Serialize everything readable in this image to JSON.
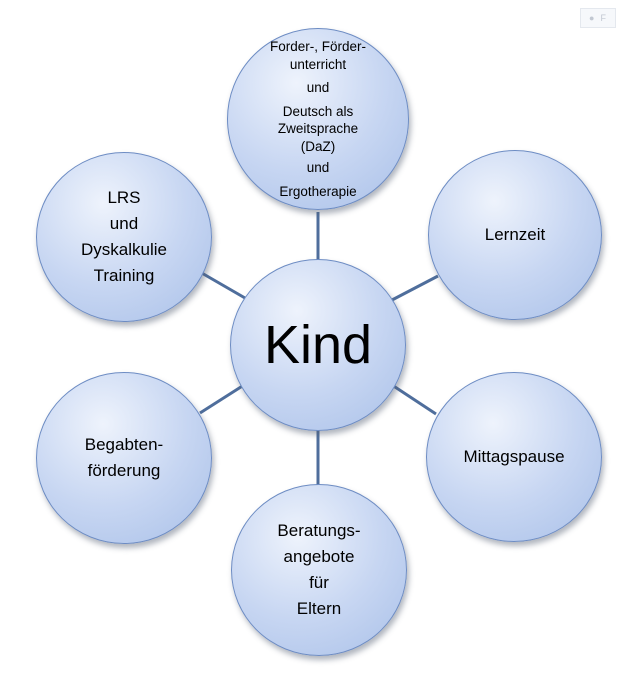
{
  "diagram": {
    "center": "Kind",
    "nodes": {
      "top": [
        "Forder-, Förder-",
        "unterricht",
        "und",
        "Deutsch als",
        "Zweitsprache",
        "(DaZ)",
        "und",
        "Ergotherapie"
      ],
      "top_left": [
        "LRS",
        "und",
        "Dyskalkulie",
        "Training"
      ],
      "top_right": [
        "Lernzeit"
      ],
      "bottom_left": [
        "Begabten-",
        "förderung"
      ],
      "bottom_right": [
        "Mittagspause"
      ],
      "bottom": [
        "Beratungs-",
        "angebote",
        "für",
        "Eltern"
      ]
    }
  },
  "toolbar": {
    "mark": "F"
  },
  "colors": {
    "circle_fill": "#c7d6f2",
    "circle_border": "#6d8cc3",
    "connector": "#4f6e9c"
  }
}
